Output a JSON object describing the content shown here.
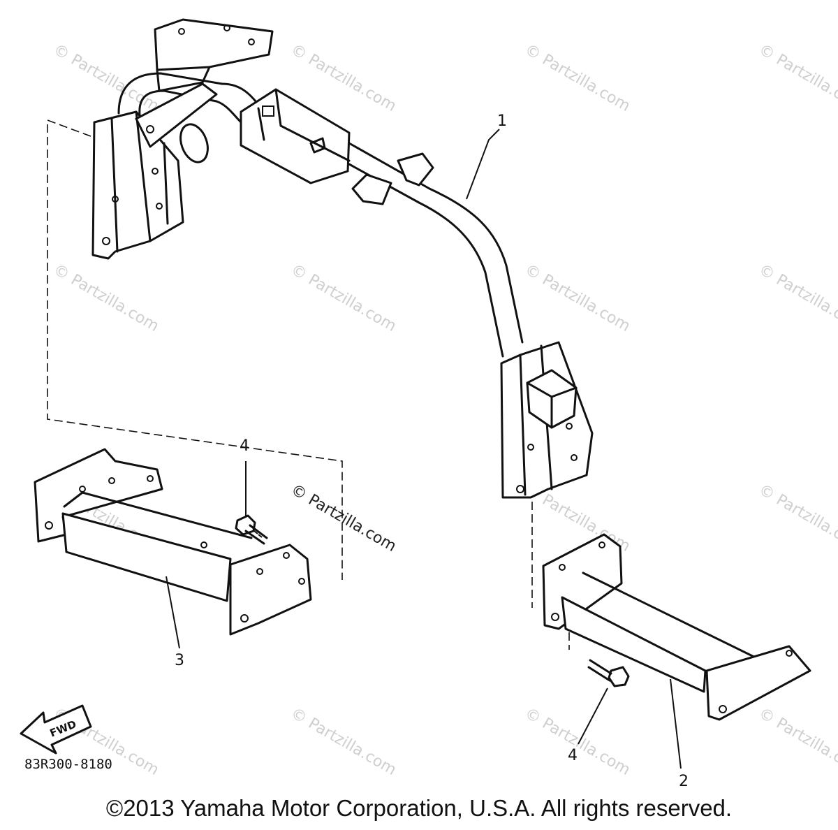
{
  "watermark": {
    "text": "© Partzilla.com"
  },
  "callouts": {
    "frame": "1",
    "rear_bracket": "2",
    "front_bracket": "3",
    "bolt_front": "4",
    "bolt_rear": "4"
  },
  "fwd_label": "FWD",
  "diagram_number": "83R300-8180",
  "copyright": "©2013 Yamaha Motor Corporation, U.S.A. All rights reserved."
}
